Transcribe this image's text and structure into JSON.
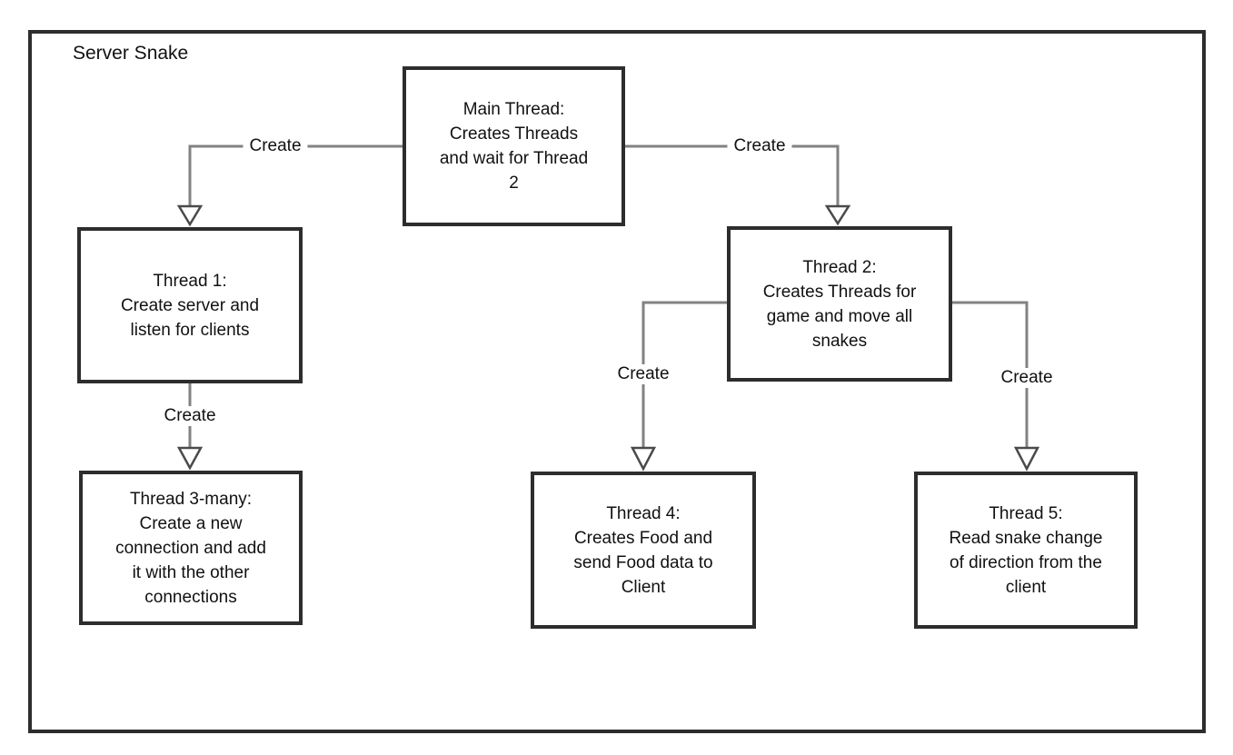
{
  "diagram": {
    "title": "Server Snake",
    "type": "flowchart",
    "nodes": [
      {
        "id": "main-thread",
        "label": "Main Thread:\nCreates Threads\nand wait for Thread\n2"
      },
      {
        "id": "thread-1",
        "label": "Thread 1:\nCreate server and\nlisten for clients"
      },
      {
        "id": "thread-2",
        "label": "Thread 2:\nCreates Threads for\ngame and move all\nsnakes"
      },
      {
        "id": "thread-3-many",
        "label": "Thread 3-many:\nCreate a new\nconnection and add\nit with the other\nconnections"
      },
      {
        "id": "thread-4",
        "label": "Thread 4:\nCreates Food and\nsend Food data to\nClient"
      },
      {
        "id": "thread-5",
        "label": "Thread 5:\nRead snake change\nof direction from the\nclient"
      }
    ],
    "edges": [
      {
        "from": "main-thread",
        "to": "thread-1",
        "label": "Create"
      },
      {
        "from": "main-thread",
        "to": "thread-2",
        "label": "Create"
      },
      {
        "from": "thread-1",
        "to": "thread-3-many",
        "label": "Create"
      },
      {
        "from": "thread-2",
        "to": "thread-4",
        "label": "Create"
      },
      {
        "from": "thread-2",
        "to": "thread-5",
        "label": "Create"
      }
    ],
    "colors": {
      "background": "#ffffff",
      "box_border": "#2d2d2d",
      "connector_line": "#828282",
      "arrowhead_outline": "#4a4a4a",
      "text": "#111111"
    }
  }
}
